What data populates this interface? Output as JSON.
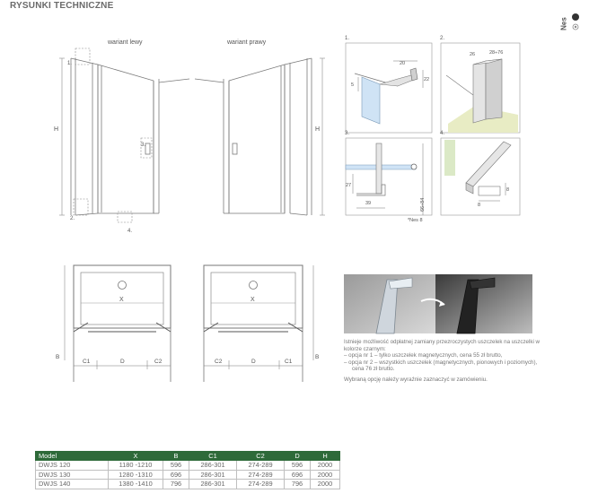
{
  "page": {
    "title": "RYSUNKI TECHNICZNE",
    "brand": "Nes"
  },
  "elevation": {
    "left_label": "wariant lewy",
    "right_label": "wariant prawy",
    "dim_h": "H",
    "marker_1": "1.",
    "marker_2": "2.",
    "marker_3": "3.",
    "marker_4": "4."
  },
  "details": {
    "d1": {
      "label": "1.",
      "dim_20": "20",
      "dim_5": "5",
      "dim_22": "22"
    },
    "d2": {
      "label": "2.",
      "dim_26": "26",
      "dim_range": "28÷76"
    },
    "d3": {
      "label": "3.",
      "dim_27": "27",
      "dim_39": "39",
      "dim_range": "66÷84",
      "footnote": "*Nes 8"
    },
    "d4": {
      "label": "4.",
      "dim_8a": "8",
      "dim_8b": "8"
    }
  },
  "plans": {
    "left": {
      "dim_x": "X",
      "dim_b": "B",
      "dim_c1": "C1",
      "dim_d": "D",
      "dim_c2": "C2"
    },
    "right": {
      "dim_x": "X",
      "dim_b": "B",
      "dim_c2": "C2",
      "dim_d": "D",
      "dim_c1": "C1"
    }
  },
  "note": {
    "line1": "Istnieje możliwość odpłatnej zamiany przezroczystych uszczelek na uszczelki w kolorze czarnym:",
    "opt1": "–  opcja nr 1 – tylko uszczelek magnetycznych, cena 55 zł brutto,",
    "opt2": "–  opcja nr 2 – wszystkich uszczelek (magnetycznych, pionowych i poziomych), cena 76 zł brutto.",
    "line2": "Wybraną opcję należy wyraźnie zaznaczyć w zamówieniu."
  },
  "table": {
    "headers": [
      "Model",
      "X",
      "B",
      "C1",
      "C2",
      "D",
      "H"
    ],
    "rows": [
      [
        "DWJS 120",
        "1180 -1210",
        "596",
        "286-301",
        "274-289",
        "596",
        "2000"
      ],
      [
        "DWJS 130",
        "1280 -1310",
        "696",
        "286-301",
        "274-289",
        "696",
        "2000"
      ],
      [
        "DWJS 140",
        "1380 -1410",
        "796",
        "286-301",
        "274-289",
        "796",
        "2000"
      ]
    ]
  },
  "colors": {
    "table_header": "#2e6a39",
    "glass": "#cfe3f5",
    "profile": "#d9d9d9"
  }
}
